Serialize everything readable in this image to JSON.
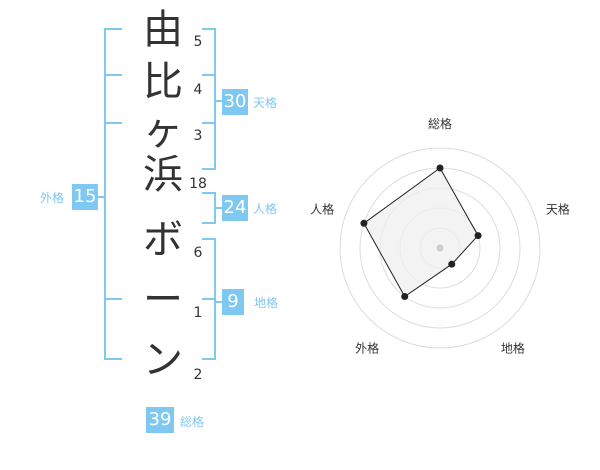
{
  "name_chars": [
    "由",
    "比",
    "ヶ",
    "浜",
    "ボ",
    "ー",
    "ン"
  ],
  "strokes": [
    "5",
    "4",
    "3",
    "18",
    "6",
    "1",
    "2"
  ],
  "kakaku": {
    "tenkaku": {
      "value": "30",
      "label": "天格"
    },
    "jinkaku": {
      "value": "24",
      "label": "人格"
    },
    "chikaku": {
      "value": "9",
      "label": "地格"
    },
    "gaikaku": {
      "value": "15",
      "label": "外格"
    },
    "soukaku": {
      "value": "39",
      "label": "総格"
    }
  },
  "chart_data": {
    "type": "radar",
    "axes": [
      "総格",
      "天格",
      "地格",
      "外格",
      "人格"
    ],
    "values": [
      4,
      2,
      1,
      3,
      4
    ],
    "max": 5,
    "rings": 5,
    "colors": {
      "fill": "#efefef",
      "ring": "#dcdcdc",
      "line": "#222222",
      "point": "#222222",
      "center": "#cccccc"
    }
  }
}
